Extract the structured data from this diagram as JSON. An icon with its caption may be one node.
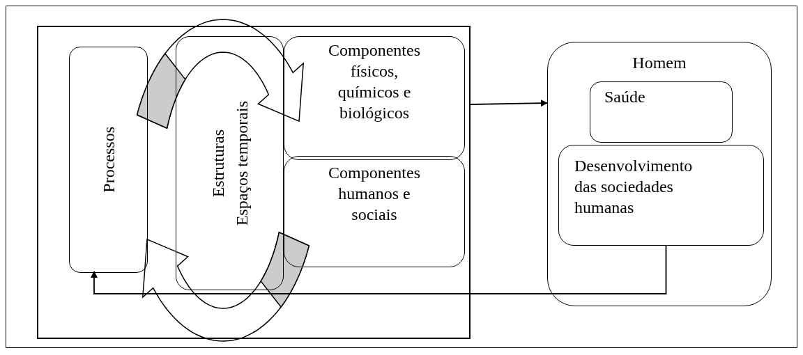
{
  "diagram": {
    "nodes": [
      {
        "text": [],
        "shape": "box"
      },
      {
        "text": [
          "Processos"
        ],
        "in": 0
      },
      {
        "text": [
          "Estruturas",
          "Espaços temporais"
        ],
        "in": 0
      },
      {
        "text": [
          "Componentes físicos, químicos e biológicos"
        ],
        "in": 0
      },
      {
        "text": [
          "Componentes humanos e sociais"
        ],
        "in": 0
      },
      {
        "text": [
          "Homem"
        ]
      },
      {
        "text": [
          "Saúde"
        ],
        "in": 5
      },
      {
        "text": [
          "Desenvolvimento das sociedades humanas"
        ],
        "in": 5
      }
    ],
    "edges": [
      {
        "from": 0,
        "to": 5,
        "arrow": "to"
      },
      {
        "from": 7,
        "to": 1,
        "arrow": "to"
      }
    ]
  }
}
